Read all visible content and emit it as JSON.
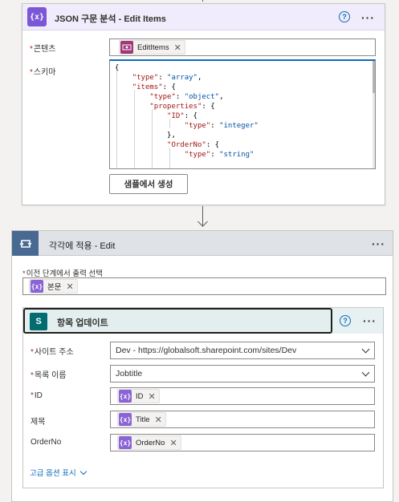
{
  "parse_json": {
    "title": "JSON 구문 분석 - Edit Items",
    "icon": "curly-braces-icon",
    "content_label": "콘텐츠",
    "content_token": "EditItems",
    "schema_label": "스키마",
    "schema_lines": [
      "{",
      "    \"type\": \"array\",",
      "    \"items\": {",
      "        \"type\": \"object\",",
      "        \"properties\": {",
      "            \"ID\": {",
      "                \"type\": \"integer\"",
      "            },",
      "            \"OrderNo\": {",
      "                \"type\": \"string\""
    ],
    "generate_button": "샘플에서 생성",
    "help": "?",
    "more": "···"
  },
  "apply_to_each": {
    "title": "각각에 적용 - Edit",
    "select_output_label": "이전 단계에서 출력 선택",
    "output_token": "본문",
    "more": "···"
  },
  "update_item": {
    "title": "항목 업데이트",
    "icon": "sharepoint-icon",
    "icon_letter": "S",
    "help": "?",
    "more": "···",
    "fields": {
      "site_label": "사이트 주소",
      "site_value": "Dev - https://globalsoft.sharepoint.com/sites/Dev",
      "list_label": "목록 이름",
      "list_value": "Jobtitle",
      "id_label": "ID",
      "id_token": "ID",
      "title_label": "제목",
      "title_token": "Title",
      "orderno_label": "OrderNo",
      "orderno_token": "OrderNo"
    },
    "advanced": "고급 옵션 표시"
  },
  "token_glyph": "{x}",
  "remove_glyph": "✕",
  "required_mark": "*",
  "colors": {
    "json_header": "#f0ecfb",
    "loop_header": "#dfe3e8",
    "loop_icon": "#486991",
    "sharepoint": "#036c70",
    "token_purple": "#8a63d6",
    "link": "#0f6cbd"
  }
}
